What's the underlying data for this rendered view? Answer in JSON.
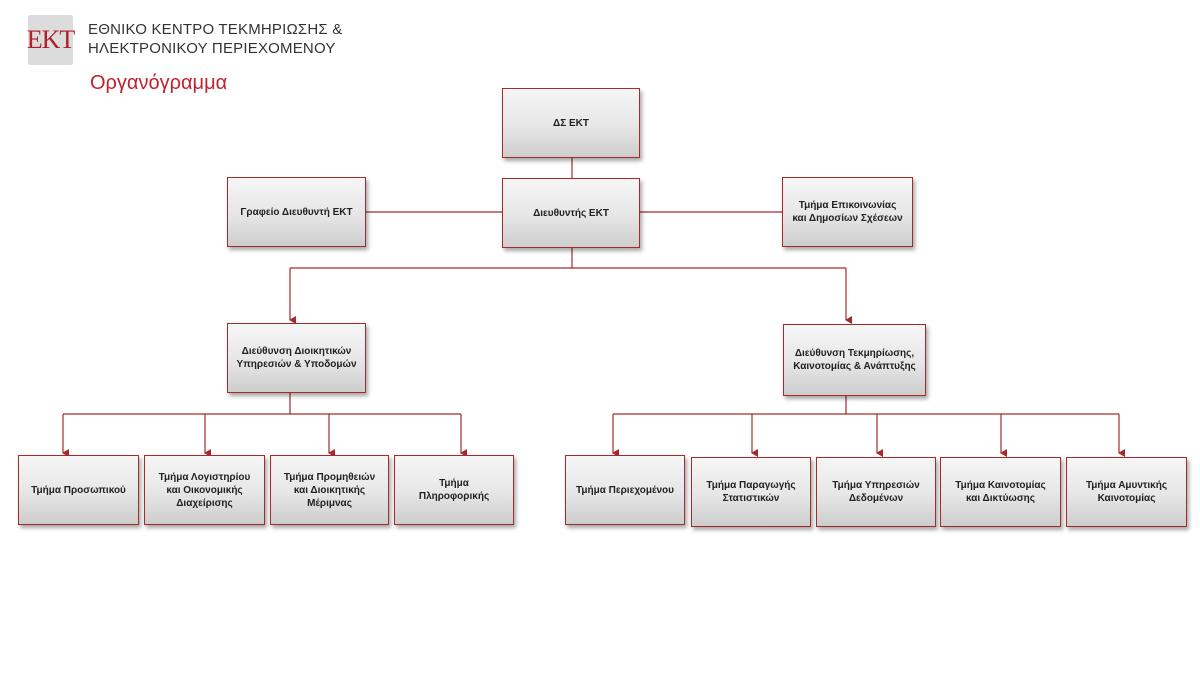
{
  "header": {
    "logo_text": "EKT",
    "org_line1": "ΕΘΝΙΚΟ ΚΕΝΤΡΟ ΤΕΚΜΗΡΙΩΣΗΣ &",
    "org_line2": "ΗΛΕΚΤΡΟΝΙΚΟΥ ΠΕΡΙΕΧΟΜΕΝΟΥ",
    "title": "Οργανόγραμμα"
  },
  "colors": {
    "accent": "#c0212d",
    "box_border": "#a52a2a",
    "connector": "#a52a2a"
  },
  "org_chart": {
    "board": "ΔΣ ΕΚΤ",
    "director": "Διευθυντής ΕΚΤ",
    "director_office": "Γραφείο Διευθυντή ΕΚΤ",
    "communications": "Τμήμα Επικοινωνίας\nκαι Δημοσίων Σχέσεων",
    "division_admin": "Διεύθυνση Διοικητικών\nΥπηρεσιών & Υποδομών",
    "division_docs": "Διεύθυνση Τεκμηρίωσης,\nΚαινοτομίας & Ανάπτυξης",
    "admin_units": [
      "Τμήμα Προσωπικού",
      "Τμήμα Λογιστηρίου\nκαι Οικονομικής\nΔιαχείρισης",
      "Τμήμα Προμηθειών\nκαι Διοικητικής\nΜέριμνας",
      "Τμήμα\nΠληροφορικής"
    ],
    "docs_units": [
      "Τμήμα Περιεχομένου",
      "Τμήμα Παραγωγής\nΣτατιστικών",
      "Τμήμα Υπηρεσιών\nΔεδομένων",
      "Τμήμα Καινοτομίας\nκαι Δικτύωσης",
      "Τμήμα Αμυντικής\nΚαινοτομίας"
    ]
  }
}
